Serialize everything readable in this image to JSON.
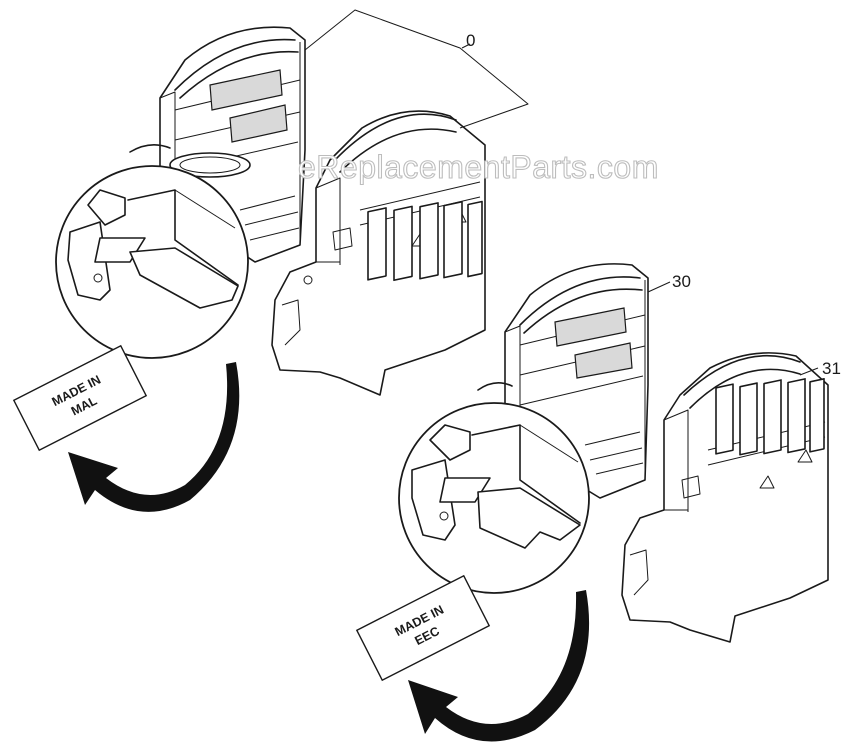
{
  "watermark": "eReplacementParts.com",
  "callouts": [
    {
      "id": "top-housing",
      "text": "0"
    },
    {
      "id": "right-inner-housing",
      "text": "30"
    },
    {
      "id": "right-outer-cover",
      "text": "31"
    }
  ],
  "labels": {
    "left": {
      "line1": "MADE IN",
      "line2": "MAL"
    },
    "right": {
      "line1": "MADE IN",
      "line2": "EEC"
    }
  }
}
